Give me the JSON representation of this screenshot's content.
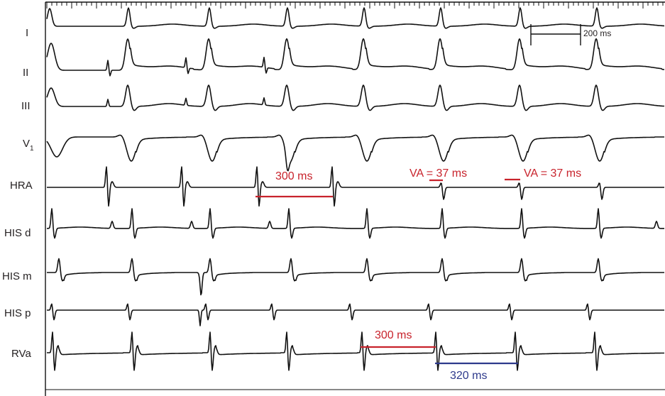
{
  "leads": [
    {
      "id": "I",
      "label": "I",
      "sub": ""
    },
    {
      "id": "II",
      "label": "II",
      "sub": ""
    },
    {
      "id": "III",
      "label": "III",
      "sub": ""
    },
    {
      "id": "V1",
      "label": "V",
      "sub": "1"
    },
    {
      "id": "HRA",
      "label": "HRA",
      "sub": ""
    },
    {
      "id": "HISd",
      "label": "HIS d",
      "sub": ""
    },
    {
      "id": "HISm",
      "label": "HIS m",
      "sub": ""
    },
    {
      "id": "HISp",
      "label": "HIS p",
      "sub": ""
    },
    {
      "id": "RVa",
      "label": "RVa",
      "sub": ""
    }
  ],
  "scale_bar": {
    "label": "200 ms",
    "value_ms": 200
  },
  "annotations": {
    "hra_interval": "300 ms",
    "va_first": "VA = 37 ms",
    "va_second": "VA = 37 ms",
    "rva_interval": "300 ms",
    "rva_return": "320 ms"
  },
  "colors": {
    "red": "#c8232c",
    "blue": "#2e3a8c",
    "trace": "#111111"
  }
}
